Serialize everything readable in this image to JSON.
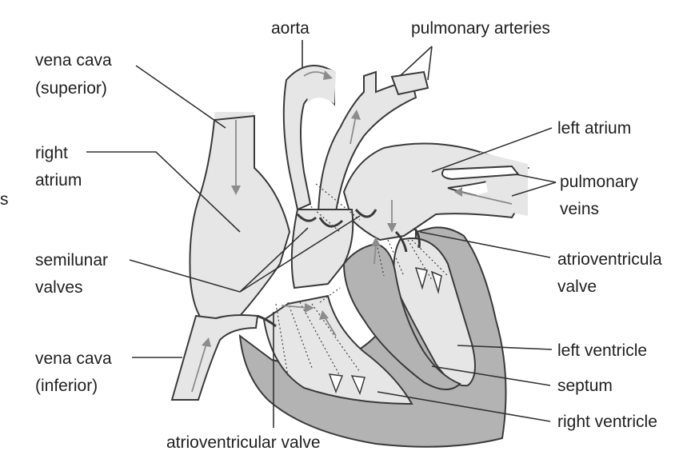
{
  "labels": {
    "aorta": "aorta",
    "pulmonary_arteries": "pulmonary arteries",
    "vena_cava_superior_1": "vena cava",
    "vena_cava_superior_2": "(superior)",
    "right_atrium_1": "right",
    "right_atrium_2": "atrium",
    "left_atrium": "left atrium",
    "pulmonary_veins_1": "pulmonary",
    "pulmonary_veins_2": "veins",
    "semilunar_valves_1": "semilunar",
    "semilunar_valves_2": "valves",
    "av_valve_left_1": "atrioventricula",
    "av_valve_left_2": "valve",
    "vena_cava_inferior_1": "vena cava",
    "vena_cava_inferior_2": "(inferior)",
    "left_ventricle": "left ventricle",
    "septum": "septum",
    "right_ventricle": "right ventricle",
    "av_valve_right": "atrioventricular valve",
    "edge_fragment": "s"
  },
  "colors": {
    "blood_fill": "#e6e6e6",
    "wall_fill": "#b3b3b3",
    "outline": "#3a3a3a",
    "arrow": "#8c8c8c",
    "text": "#1f1f1f"
  }
}
